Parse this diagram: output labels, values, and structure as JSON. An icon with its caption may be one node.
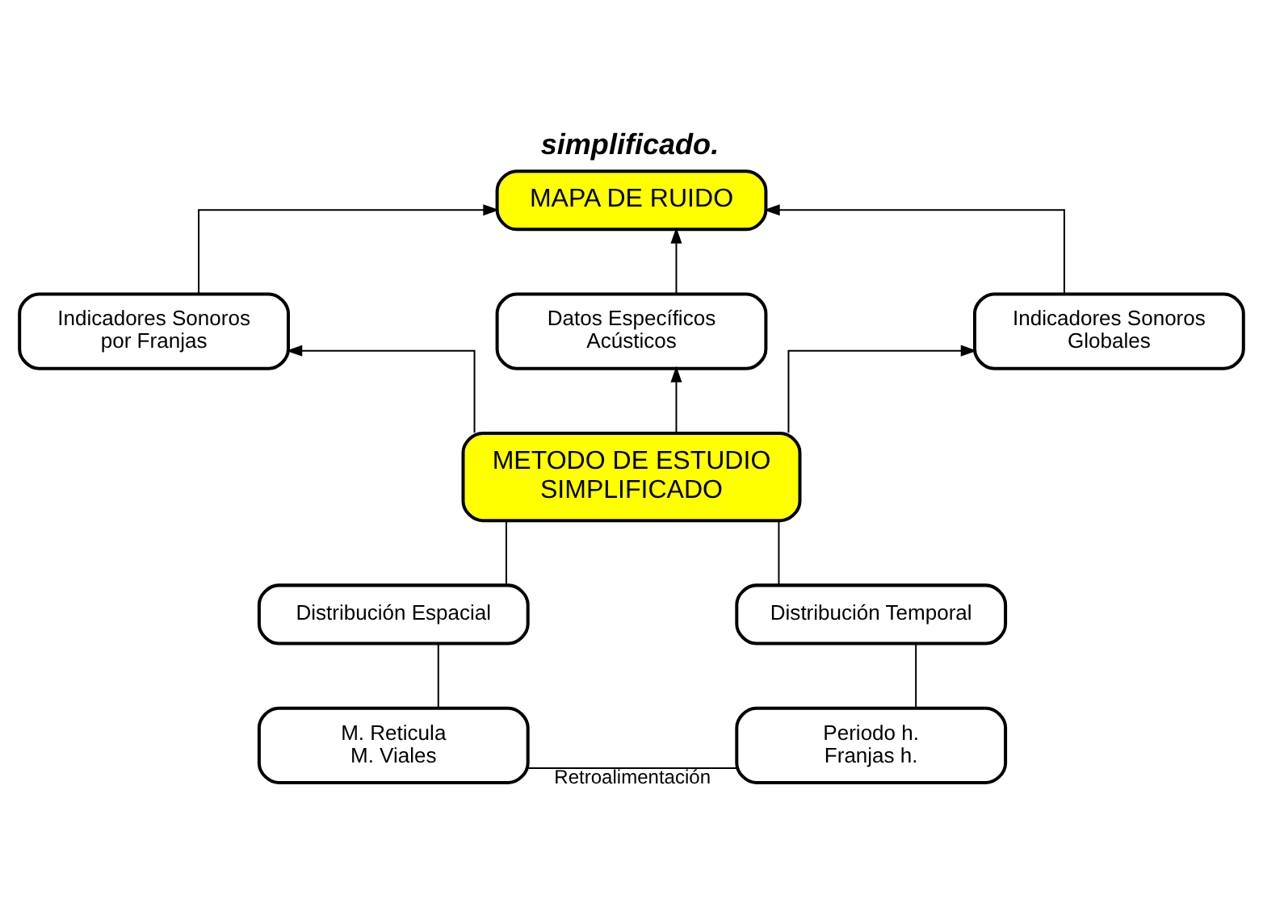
{
  "diagram": {
    "title": "simplificado.",
    "nodes": [
      {
        "text": [
          "MAPA DE RUIDO"
        ]
      },
      {
        "text": [
          "Indicadores Sonoros por Franjas"
        ]
      },
      {
        "text": [
          "Datos Específicos Acústicos"
        ]
      },
      {
        "text": [
          "Indicadores Sonoros Globales"
        ]
      },
      {
        "text": [
          "METODO DE ESTUDIO SIMPLIFICADO"
        ]
      },
      {
        "text": [
          "Distribución Espacial"
        ]
      },
      {
        "text": [
          "Distribución Temporal"
        ]
      },
      {
        "text": [
          "M. Reticula M. Viales"
        ]
      },
      {
        "text": [
          "Periodo h. Franjas h."
        ]
      }
    ],
    "edges": [
      {
        "from": 1,
        "to": 0,
        "arrow": "to"
      },
      {
        "from": 2,
        "to": 0,
        "arrow": "to"
      },
      {
        "from": 3,
        "to": 0,
        "arrow": "to"
      },
      {
        "from": 4,
        "to": 1,
        "arrow": "to"
      },
      {
        "from": 4,
        "to": 2,
        "arrow": "to"
      },
      {
        "from": 4,
        "to": 3,
        "arrow": "to"
      },
      {
        "from": 4,
        "to": 5,
        "arrow": "none"
      },
      {
        "from": 4,
        "to": 6,
        "arrow": "none"
      },
      {
        "from": 5,
        "to": 7,
        "arrow": "none"
      },
      {
        "from": 6,
        "to": 8,
        "arrow": "none"
      },
      {
        "from": 7,
        "to": 8,
        "arrow": "none",
        "label": "Retroalimentación"
      }
    ]
  }
}
